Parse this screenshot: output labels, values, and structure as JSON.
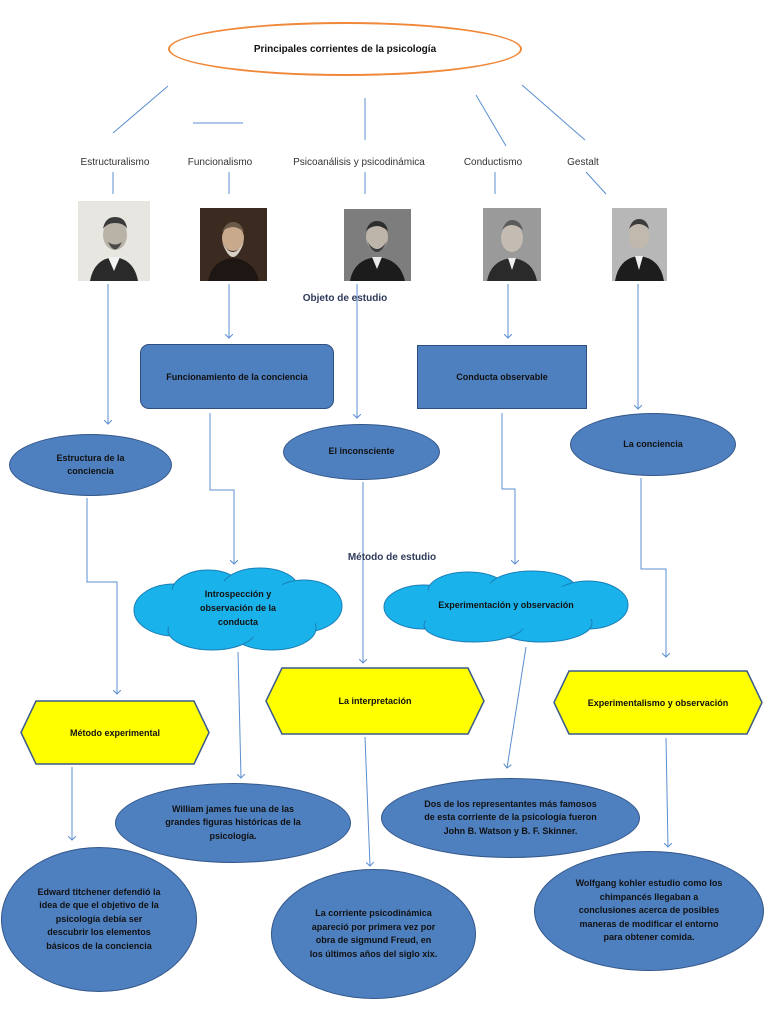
{
  "title": "Principales corrientes de la psicología",
  "branches": [
    "Estructuralismo",
    "Funcionalismo",
    "Psicoanálisis y psicodinámica",
    "Conductismo",
    "Gestalt"
  ],
  "sections": {
    "objeto": "Objeto de estudio",
    "metodo": "Método de estudio"
  },
  "objects": {
    "estructura": "Estructura de la conciencia",
    "funcionamiento": "Funcionamiento de la conciencia",
    "inconsciente": "El inconsciente",
    "conducta": "Conducta observable",
    "conciencia": "La conciencia"
  },
  "methods": {
    "introspeccion": "Introspección y observación de la conducta",
    "experimentacion": "Experimentación y observación",
    "experimental": "Método experimental",
    "interpretacion": "La interpretación",
    "experimentalismo": "Experimentalismo y observación"
  },
  "notes": {
    "james": "William james fue una de las grandes figuras históricas de la psicología.",
    "watson": "Dos de los representantes más famosos de esta corriente de la psicología fueron John B. Watson y B. F. Skinner.",
    "titchener": "Edward titchener defendió la idea de que el objetivo de la psicología debía ser descubrir los elementos básicos de la conciencia",
    "freud": "La corriente psicodinámica apareció por primera vez por obra de  sigmund Freud, en los últimos años del siglo xix.",
    "kohler": "Wolfgang kohler estudio como los chimpancés llegaban a conclusiones acerca de posibles maneras de modificar el entorno para obtener comida."
  },
  "colors": {
    "node_blue": "#4e7fbf",
    "cloud_blue": "#1ab2ea",
    "hex_yellow": "#ffff00",
    "title_border": "#f0883a",
    "line": "#5b8fd0"
  }
}
